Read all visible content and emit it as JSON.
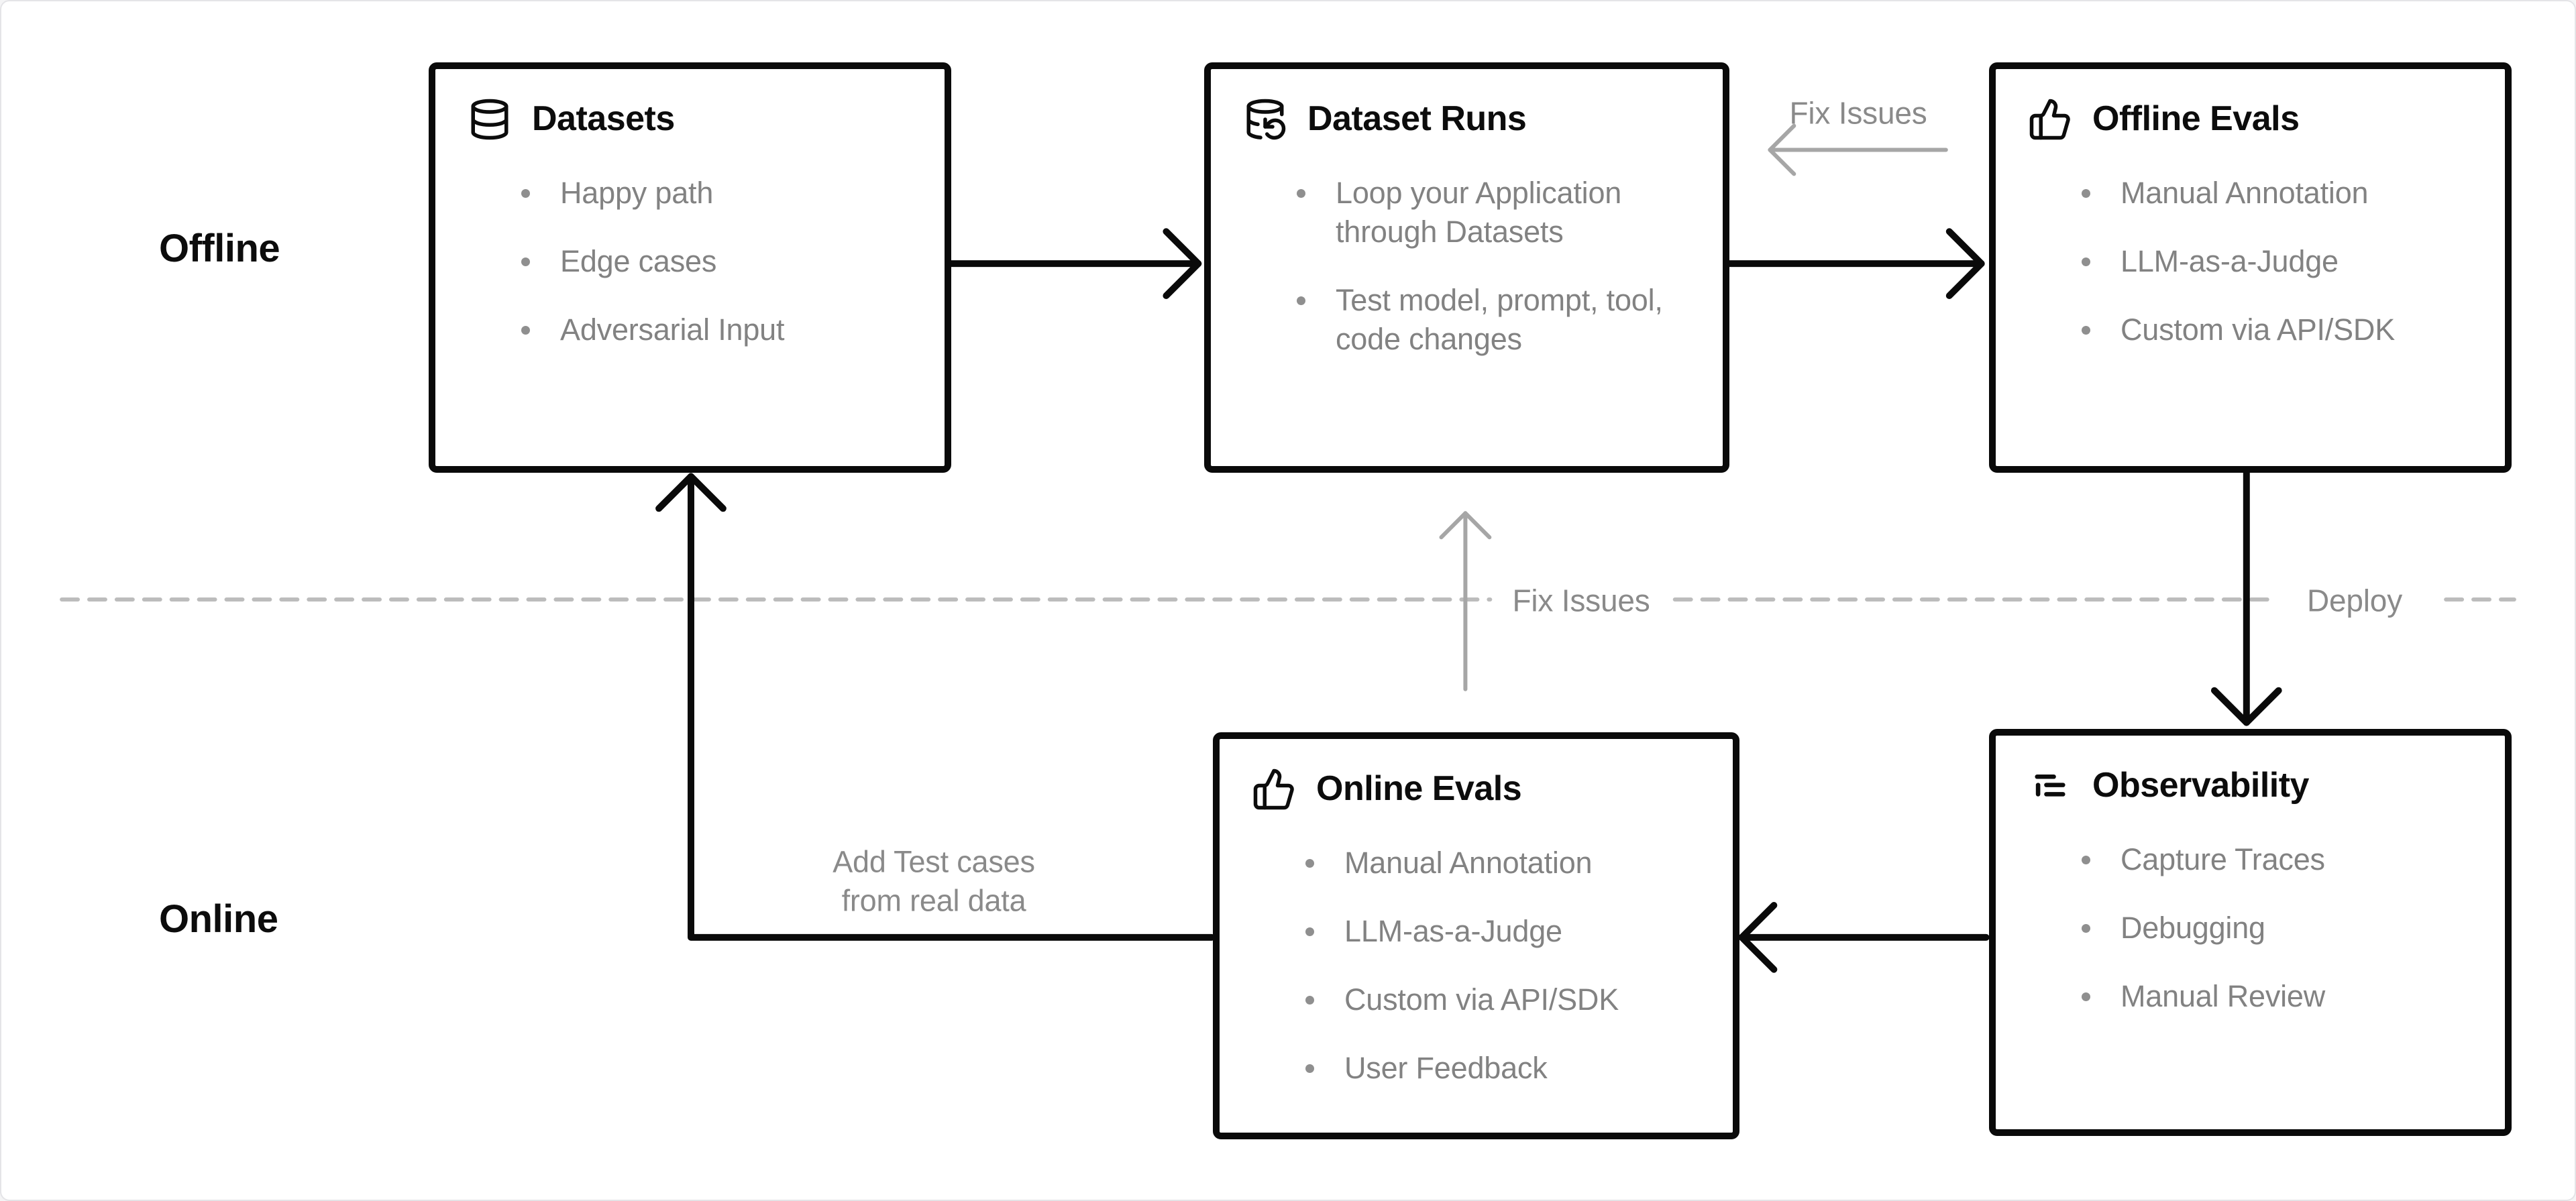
{
  "colors": {
    "box_border": "#0a0a0a",
    "title_text": "#0c0c0c",
    "bullet_text": "#828282",
    "gray_label": "#8a8a8a",
    "gray_arrow": "#a6a6a6",
    "dashed_divider": "#bcbcbc",
    "canvas_border": "#e4e4e7"
  },
  "lanes": {
    "offline_label": "Offline",
    "online_label": "Online"
  },
  "boxes": {
    "datasets": {
      "title": "Datasets",
      "icon": "database-icon",
      "items": [
        "Happy path",
        "Edge cases",
        "Adversarial Input"
      ]
    },
    "dataset_runs": {
      "title": "Dataset Runs",
      "icon": "database-rerun-icon",
      "items": [
        "Loop your Application through Datasets",
        "Test model, prompt, tool, code changes"
      ]
    },
    "offline_evals": {
      "title": "Offline Evals",
      "icon": "thumbs-up-icon",
      "items": [
        "Manual Annotation",
        "LLM-as-a-Judge",
        "Custom via API/SDK"
      ]
    },
    "online_evals": {
      "title": "Online Evals",
      "icon": "thumbs-up-icon",
      "items": [
        "Manual Annotation",
        "LLM-as-a-Judge",
        "Custom via API/SDK",
        "User Feedback"
      ]
    },
    "observability": {
      "title": "Observability",
      "icon": "logs-icon",
      "items": [
        "Capture Traces",
        "Debugging",
        "Manual Review"
      ]
    }
  },
  "labels": {
    "fix_issues_top": "Fix Issues",
    "fix_issues_mid": "Fix Issues",
    "deploy": "Deploy",
    "add_test_cases_line1": "Add Test cases",
    "add_test_cases_line2": "from real data"
  }
}
